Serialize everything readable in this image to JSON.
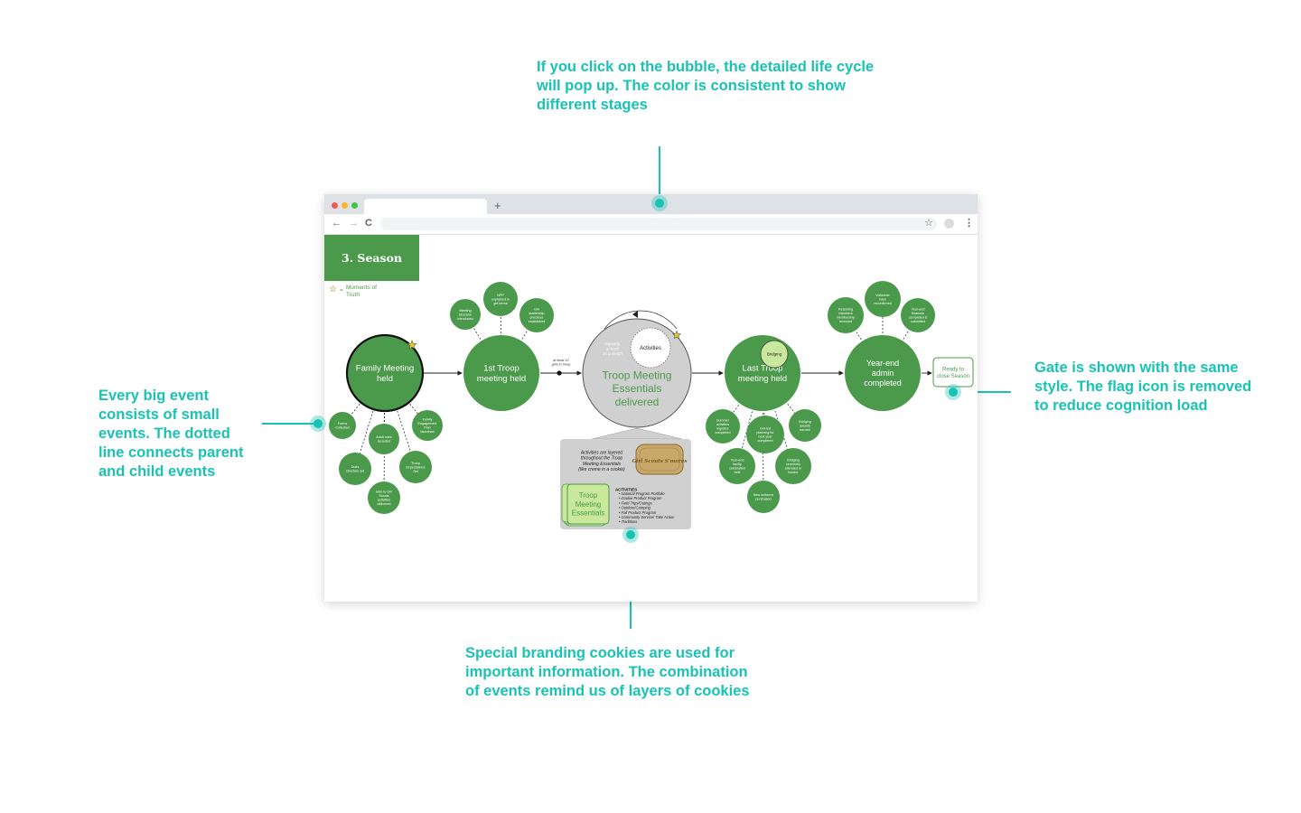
{
  "annotations": {
    "top": "If you click on the bubble, the detailed life cycle will pop up. The color is consistent to show different stages",
    "left": "Every big event consists of small events. The dotted line connects parent and child events",
    "right": "Gate is shown with the same style. The flag icon is removed to reduce cognition load",
    "bottom": "Special branding cookies are used for important information. The combination of events remind us of layers of cookies"
  },
  "browser": {
    "new_tab": "+",
    "back": "←",
    "forward": "→",
    "reload": "C",
    "bookmark": "☆",
    "menu": "⋮"
  },
  "diagram": {
    "section_title": "3. Season",
    "legend": {
      "symbol": "☆",
      "equals": "=",
      "text": "Moments of Truth"
    },
    "main_events": [
      {
        "id": "family",
        "label": [
          "Family Meeting",
          "held"
        ],
        "star": true
      },
      {
        "id": "first",
        "label": [
          "1st Troop",
          "meeting held"
        ],
        "star": false
      },
      {
        "id": "last",
        "label": [
          "Last Troop",
          "meeting held"
        ],
        "star": false
      },
      {
        "id": "yearend",
        "label": [
          "Year-end",
          "admin",
          "completed"
        ],
        "star": false
      }
    ],
    "core_event": {
      "label": [
        "Troop Meeting",
        "Essentials",
        "delivered"
      ],
      "inner": "Activities",
      "side_note": [
        "regularly,",
        "at least",
        "2x a month"
      ]
    },
    "connector_note": [
      "at least 12",
      "girls in troop"
    ],
    "gate": [
      "Ready to",
      "close Season"
    ],
    "bridging": "Bridging",
    "sub_events": {
      "family": [
        [
          "Forms",
          "Collected"
        ],
        [
          "Adult roles",
          "recruited"
        ],
        [
          "Family",
          "Engagement",
          "Plan",
          "launched"
        ],
        [
          "Dues",
          "structure set"
        ],
        [
          "Troop",
          "Expectations",
          "Set"
        ],
        [
          "Intro to Girl",
          "Scouts",
          "activities",
          "delivered"
        ]
      ],
      "first": [
        [
          "Meeting",
          "structure",
          "introduced"
        ],
        [
          "NPP",
          "explained in",
          "girl terms"
        ],
        [
          "Girl",
          "leadership",
          "practices",
          "established"
        ]
      ],
      "last": [
        [
          "Summer",
          "activities",
          "logistics",
          "completed"
        ],
        [
          "Girl-led",
          "planning for",
          "next year",
          "completed"
        ],
        [
          "Bridging",
          "awards",
          "earned"
        ],
        [
          "Year-end",
          "family",
          "celebration",
          "held"
        ],
        [
          "Bridging",
          "ceremony",
          "attended or",
          "hosted."
        ],
        [
          "New uniforms",
          "purchased"
        ]
      ],
      "yearend": [
        [
          "Returning",
          "members",
          "membership",
          "renewed"
        ],
        [
          "Volunteer",
          "roles",
          "reconfirmed"
        ],
        [
          "Year-end",
          "finances",
          "completed &",
          "submitted"
        ]
      ]
    },
    "cookie_panel": {
      "italic_note": [
        "Activities are layered",
        "throughout the Troop",
        "Meeting Essentials",
        "(like creme in a cookie)"
      ],
      "cookie_label": "Troop Meeting Essentials",
      "cookie_text": [
        "Troop",
        "Meeting",
        "Essentials"
      ],
      "brand_cookie": "Girl Scouts S'mores",
      "activities_title": "ACTIVITIES",
      "activities": [
        "National Program Portfolio",
        "Cookie Product Program",
        "Field Trips/Outings",
        "Outdoor/Camping",
        "Fall Product Program",
        "Community Service/ Take Action",
        "Traditions"
      ]
    }
  },
  "colors": {
    "accent": "#19c3b4",
    "green": "#4b9a4b",
    "light_green": "#c9e89b",
    "gray": "#d0d0d0",
    "star": "#e8c93a"
  }
}
